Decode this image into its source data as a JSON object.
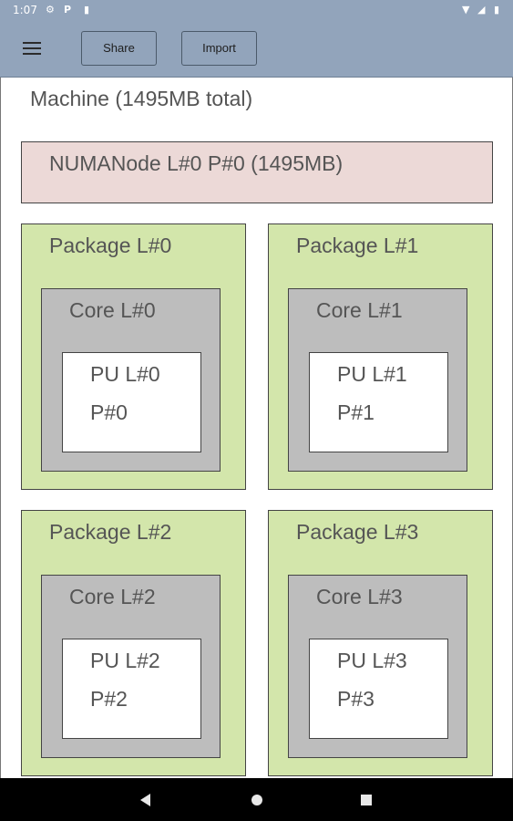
{
  "status_bar": {
    "time": "1:07",
    "icons": [
      "gear-icon",
      "p-icon",
      "sd-card-icon",
      "wifi-icon",
      "signal-icon",
      "battery-icon"
    ]
  },
  "toolbar": {
    "menu_icon": "menu-icon",
    "share_label": "Share",
    "import_label": "Import"
  },
  "topology": {
    "machine_label": "Machine (1495MB total)",
    "numa_label": "NUMANode L#0 P#0 (1495MB)",
    "packages": [
      {
        "label": "Package L#0",
        "core": "Core L#0",
        "pu_l": "PU L#0",
        "pu_p": "P#0"
      },
      {
        "label": "Package L#1",
        "core": "Core L#1",
        "pu_l": "PU L#1",
        "pu_p": "P#1"
      },
      {
        "label": "Package L#2",
        "core": "Core L#2",
        "pu_l": "PU L#2",
        "pu_p": "P#2"
      },
      {
        "label": "Package L#3",
        "core": "Core L#3",
        "pu_l": "PU L#3",
        "pu_p": "P#3"
      }
    ]
  },
  "colors": {
    "toolbar": "#92a4bb",
    "numa_fill": "#ecd9d7",
    "package_fill": "#d3e6ab",
    "core_fill": "#bdbdbd",
    "pu_fill": "#ffffff"
  },
  "nav_bar": {
    "icons": [
      "back-icon",
      "home-icon",
      "recents-icon"
    ]
  }
}
